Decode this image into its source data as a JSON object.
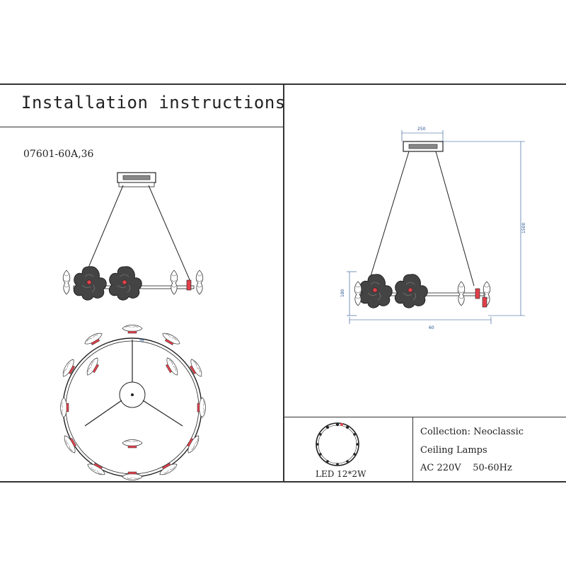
{
  "header": {
    "title": "Installation instructions"
  },
  "model": {
    "code": "07601-60A,36"
  },
  "drawing": {
    "top_dim": "250",
    "height_dim": "1500",
    "body_dim": "180",
    "width_dim": "60",
    "plan_dim": "36"
  },
  "led": {
    "label": "LED 12*2W"
  },
  "info": {
    "collection": "Collection: Neoclassic",
    "category": "Ceiling Lamps",
    "power": "AC 220V    50-60Hz"
  },
  "colors": {
    "accent": "#e0404a",
    "dimension": "#1f4f8a",
    "line": "#333333"
  }
}
